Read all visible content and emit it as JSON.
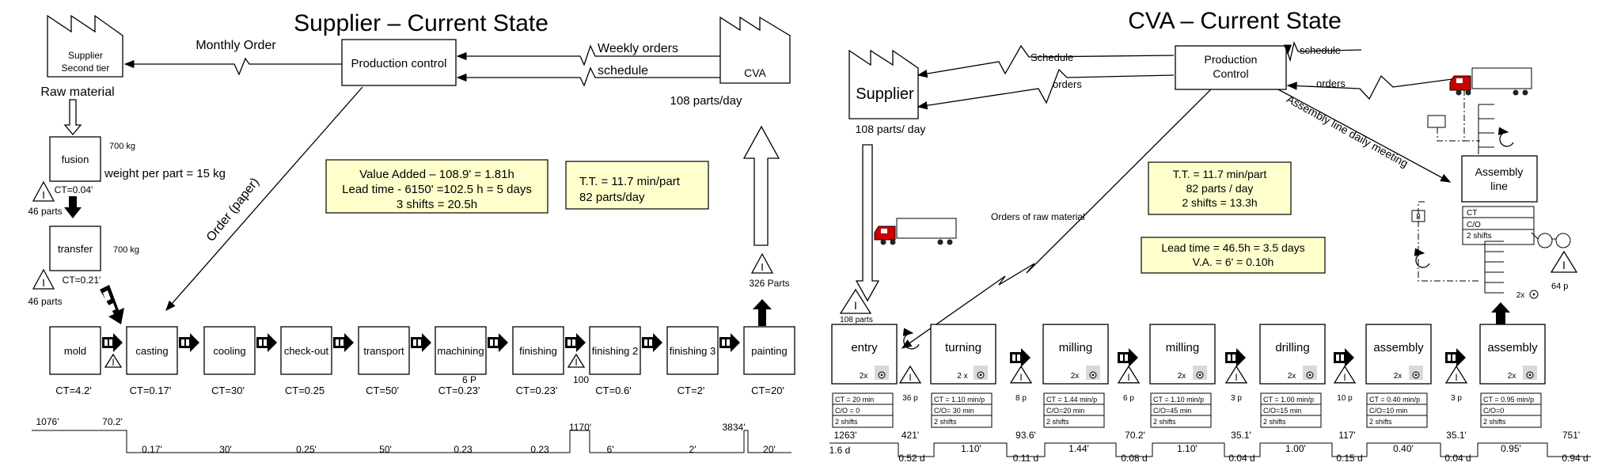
{
  "left": {
    "title": "Supplier – Current State",
    "supplier": [
      "Supplier",
      "Second tier"
    ],
    "monthly_order": "Monthly Order",
    "production_control": "Production control",
    "weekly_orders": "Weekly orders",
    "schedule": "schedule",
    "cva": "CVA",
    "cva_rate": "108 parts/day",
    "raw_material": "Raw material",
    "fusion": "fusion",
    "fusion_kg": "700 kg",
    "weight_per_part": "weight per part = 15 kg",
    "fusion_ct": "CT=0.04'",
    "inv1": "46 parts",
    "transfer": "transfer",
    "transfer_kg": "700 kg",
    "transfer_ct": "CT=0.21'",
    "inv2": "46 parts",
    "order_paper": "Order (paper)",
    "va_box": [
      "Value Added – 108.9' = 1.81h",
      "Lead time - 6150' =102.5 h = 5 days",
      "3 shifts = 20.5h"
    ],
    "tt_box": [
      "T.T. = 11.7 min/part",
      "82 parts/day"
    ],
    "parts_326": "326 Parts",
    "processes": [
      {
        "name": "mold",
        "ct": "CT=4.2'"
      },
      {
        "name": "casting",
        "ct": "CT=0.17'"
      },
      {
        "name": "cooling",
        "ct": "CT=30'"
      },
      {
        "name": "check-out",
        "ct": "CT=0.25"
      },
      {
        "name": "transport",
        "ct": "CT=50'"
      },
      {
        "name": "machining",
        "ct": "CT=0.23'"
      },
      {
        "name": "finishing",
        "ct": "CT=0.23'"
      },
      {
        "name": "finishing 2",
        "ct": "CT=0.6'"
      },
      {
        "name": "finishing 3",
        "ct": "CT=2'"
      },
      {
        "name": "painting",
        "ct": "CT=20'"
      }
    ],
    "inv_6p": "6 P",
    "inv_100": "100",
    "timeline_top": [
      "1076'",
      "70.2'",
      "1170'",
      "3834'"
    ],
    "timeline_bottom": [
      "0.17'",
      "30'",
      "0.25'",
      "50'",
      "0.23",
      "0.23",
      "6'",
      "2'",
      "20'"
    ]
  },
  "right": {
    "title": "CVA – Current State",
    "supplier": "Supplier",
    "supplier_rate": "108 parts/ day",
    "schedule_lbl": "Schedule",
    "orders_lbl": "orders",
    "production_control": [
      "Production",
      "Control"
    ],
    "schedule_r": "schedule",
    "orders_r": "orders",
    "daily_meeting": "Assembly line daily meeting",
    "raw_orders": "Orders of raw material",
    "tt_box": [
      "T.T. = 11.7 min/part",
      "82 parts / day",
      "2 shifts = 13.3h"
    ],
    "lead_box": [
      "Lead time = 46.5h = 3.5 days",
      "V.A. = 6' = 0.10h"
    ],
    "assembly_line": [
      "Assembly",
      "line"
    ],
    "al_data": [
      "CT",
      "C/O",
      "2 shifts"
    ],
    "kanban_8": "8",
    "parts_108": "108 parts",
    "parts_64": "64 p",
    "processes": [
      {
        "name": "entry",
        "op": "2x",
        "data": [
          "CT = 20 min",
          "C/O = 0",
          "2 shifts"
        ]
      },
      {
        "name": "turning",
        "op": "2 x",
        "data": [
          "CT = 1.10 min/p",
          "C/O= 30 min",
          "2 shifts"
        ]
      },
      {
        "name": "milling",
        "op": "2x",
        "data": [
          "CT = 1.44  min/p",
          "C/O=20 min",
          "2 shifts"
        ]
      },
      {
        "name": "milling",
        "op": "2x",
        "data": [
          "CT = 1.10  min/p",
          "C/O=45 min",
          "2 shifts"
        ]
      },
      {
        "name": "drilling",
        "op": "2x",
        "data": [
          "CT = 1.00 min/p",
          "C/O=15 min",
          "2 shifts"
        ]
      },
      {
        "name": "assembly",
        "op": "2x",
        "data": [
          "CT = 0.40 min/p",
          "C/O=10 min",
          "2 shifts"
        ]
      },
      {
        "name": "assembly",
        "op": "2x",
        "data": [
          "CT = 0.95 min/p",
          "C/O=0",
          "2 shifts"
        ]
      }
    ],
    "op_2x_small": "2x",
    "inventories": [
      "36 p",
      "8 p",
      "6 p",
      "3 p",
      "10 p",
      "3 p"
    ],
    "timeline_top": [
      "1263'",
      "421'",
      "93.6'",
      "70.2'",
      "35.1'",
      "117'",
      "35.1'",
      "751'"
    ],
    "timeline_bottom": [
      "1.6 d",
      "0.52 d",
      "1.10'",
      "0.11 d",
      "1.44'",
      "0.08 d",
      "1.10'",
      "0.04 d",
      "1.00'",
      "0.15 d",
      "0.40'",
      "0.04 d",
      "0.95'",
      "0.94 d"
    ]
  }
}
